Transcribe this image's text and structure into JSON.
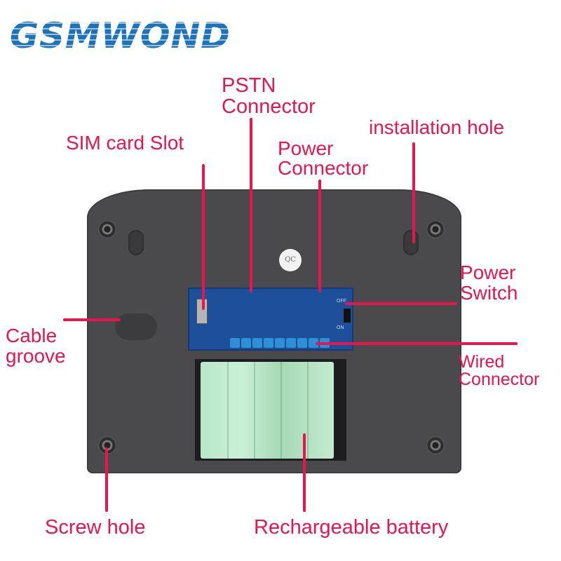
{
  "brand": {
    "logo_text": "GSMWOND",
    "color": "#1e73b8"
  },
  "callouts": {
    "color": "#e8164f",
    "pstn_line1": "PSTN",
    "pstn_line2": "Connector",
    "sim_card_slot": "SIM card Slot",
    "installation_hole": "installation hole",
    "power_connector_line1": "Power",
    "power_connector_line2": "Connector",
    "power_switch_line1": "Power",
    "power_switch_line2": "Switch",
    "cable_groove_line1": "Cable",
    "cable_groove_line2": "groove",
    "wired_connector_line1": "Wired",
    "wired_connector_line2": "Connector",
    "screw_hole": "Screw hole",
    "rechargeable_battery": "Rechargeable battery"
  },
  "device": {
    "qc_sticker": "QC",
    "switch_off": "OFF",
    "switch_on": "ON"
  }
}
